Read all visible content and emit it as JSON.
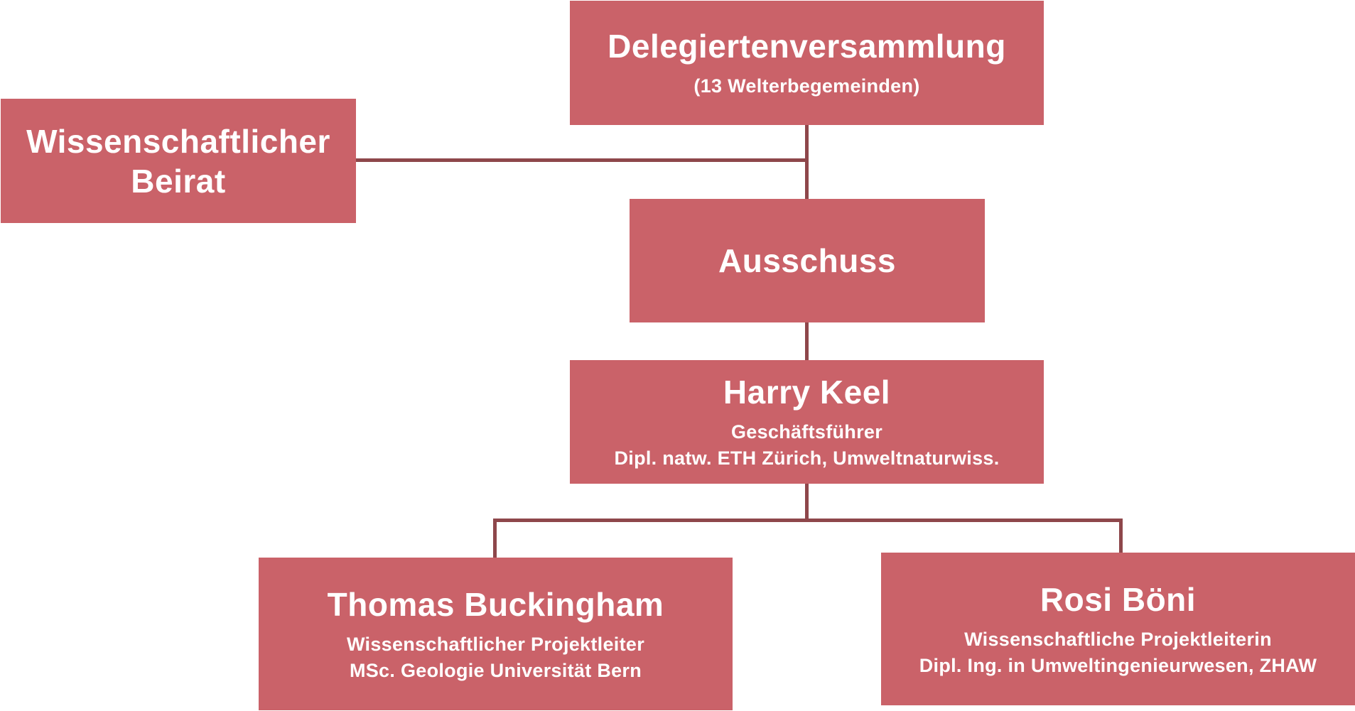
{
  "colors": {
    "box_fill": "#ca6269",
    "connector": "#8e474b",
    "text": "#ffffff"
  },
  "nodes": {
    "assembly": {
      "title": "Delegiertenversammlung",
      "subtitle": "(13 Welterbegemeinden)"
    },
    "advisory_board": {
      "title_line1": "Wissenschaftlicher",
      "title_line2": "Beirat"
    },
    "committee": {
      "title": "Ausschuss"
    },
    "managing_director": {
      "name": "Harry Keel",
      "role": "Geschäftsführer",
      "degree": "Dipl. natw. ETH Zürich, Umweltnaturwiss."
    },
    "project_lead_1": {
      "name": "Thomas Buckingham",
      "role": "Wissenschaftlicher Projektleiter",
      "degree": "MSc. Geologie Universität Bern"
    },
    "project_lead_2": {
      "name": "Rosi Böni",
      "role": "Wissenschaftliche Projektleiterin",
      "degree": "Dipl. Ing. in Umweltingenieurwesen, ZHAW"
    }
  }
}
